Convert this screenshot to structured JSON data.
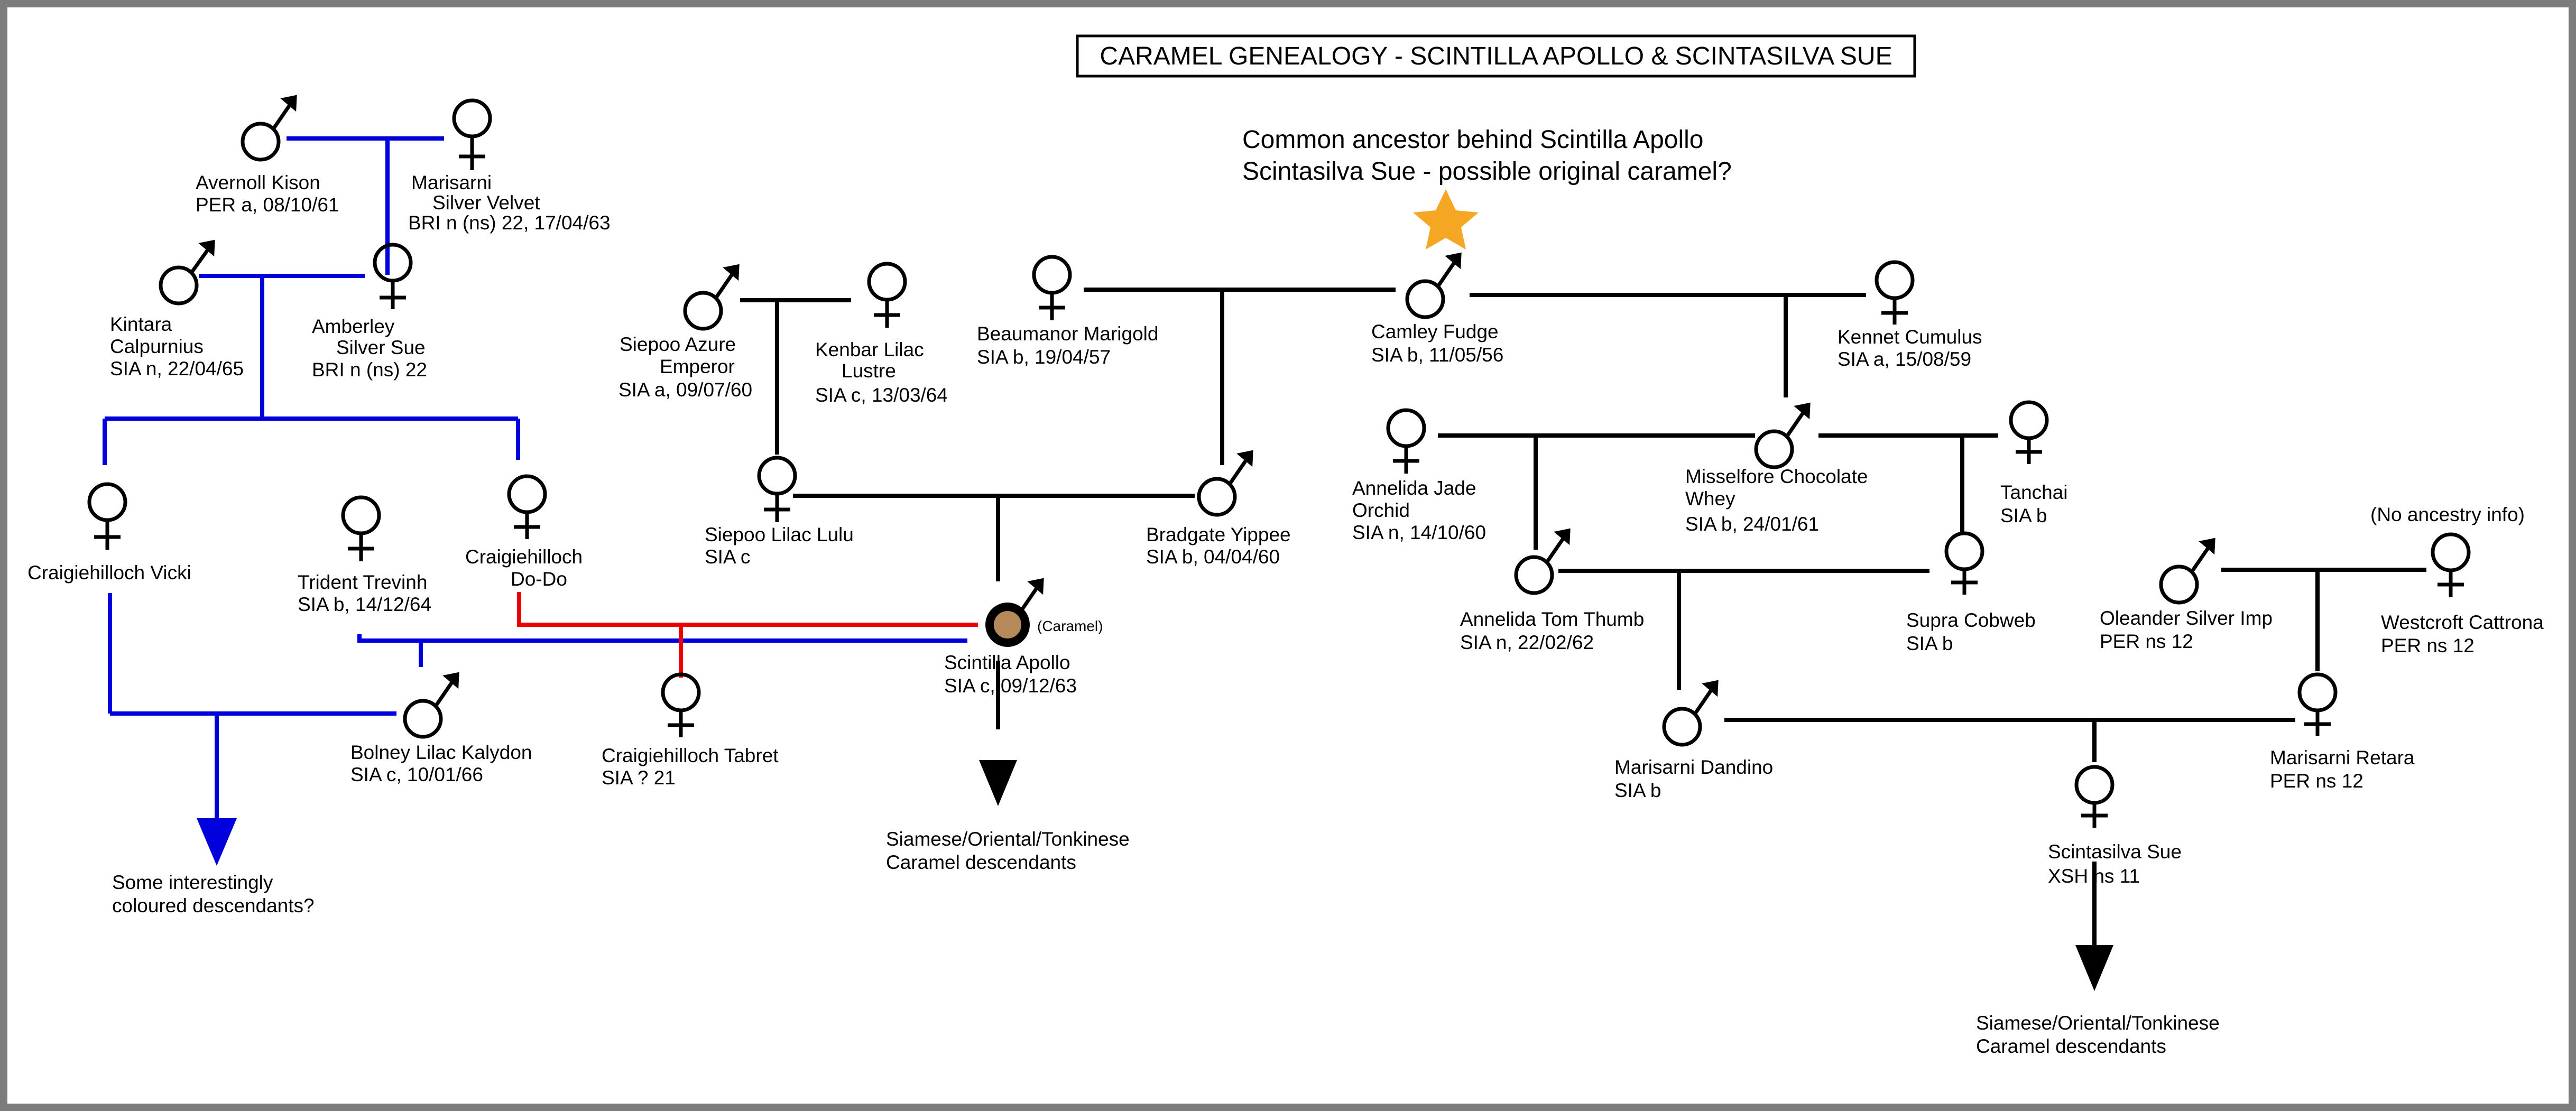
{
  "title": "CARAMEL GENEALOGY - SCINTILLA APOLLO & SCINTASILVA SUE",
  "common_ancestor_note": [
    "Common ancestor behind Scintilla Apollo",
    "Scintasilva Sue - possible original caramel?"
  ],
  "colors": {
    "black_line": "#000000",
    "blue_line": "#0000dd",
    "red_line": "#ee0000",
    "star": "#f5a623",
    "caramel_dot": "#b5895a",
    "frame": "#7c7c7c"
  },
  "cats": {
    "avernoll": {
      "sex": "male",
      "lines": [
        "Avernoll Kison",
        "PER a, 08/10/61"
      ]
    },
    "marisarni_velvet": {
      "sex": "female",
      "lines": [
        "Marisarni",
        "Silver Velvet",
        "BRI n (ns) 22, 17/04/63"
      ]
    },
    "kintara": {
      "sex": "male",
      "lines": [
        "Kintara",
        "Calpurnius",
        "SIA n, 22/04/65"
      ]
    },
    "amberley": {
      "sex": "female",
      "lines": [
        "Amberley",
        "Silver Sue",
        "BRI n (ns) 22"
      ]
    },
    "vicki": {
      "sex": "female",
      "lines": [
        "Craigiehilloch Vicki"
      ]
    },
    "dodo": {
      "sex": "female",
      "lines": [
        "Craigiehilloch",
        "Do-Do"
      ]
    },
    "trident": {
      "sex": "female",
      "lines": [
        "Trident Trevinh",
        "SIA b, 14/12/64"
      ]
    },
    "bolney": {
      "sex": "male",
      "lines": [
        "Bolney Lilac Kalydon",
        "SIA c, 10/01/66"
      ]
    },
    "tabret": {
      "sex": "female",
      "lines": [
        "Craigiehilloch Tabret",
        "SIA ? 21"
      ]
    },
    "siepoo_azure": {
      "sex": "male",
      "lines": [
        "Siepoo Azure",
        "Emperor",
        "SIA a, 09/07/60"
      ]
    },
    "kenbar": {
      "sex": "female",
      "lines": [
        "Kenbar Lilac",
        "Lustre",
        "SIA c, 13/03/64"
      ]
    },
    "siepoo_lulu": {
      "sex": "female",
      "lines": [
        "Siepoo Lilac Lulu",
        "SIA c"
      ]
    },
    "beaumanor": {
      "sex": "female",
      "lines": [
        "Beaumanor Marigold",
        "SIA b, 19/04/57"
      ]
    },
    "bradgate": {
      "sex": "male",
      "lines": [
        "Bradgate Yippee",
        "SIA b, 04/04/60"
      ]
    },
    "apollo": {
      "sex": "male",
      "lines": [
        "Scintilla Apollo",
        "SIA c, 09/12/63"
      ],
      "tag": "(Caramel)"
    },
    "camley": {
      "sex": "male",
      "lines": [
        "Camley Fudge",
        "SIA b, 11/05/56"
      ]
    },
    "kennet": {
      "sex": "female",
      "lines": [
        "Kennet Cumulus",
        "SIA a, 15/08/59"
      ]
    },
    "annelida_jade": {
      "sex": "female",
      "lines": [
        "Annelida Jade",
        "Orchid",
        "SIA n, 14/10/60"
      ]
    },
    "misselfore": {
      "sex": "male",
      "lines": [
        "Misselfore Chocolate",
        "Whey",
        "SIA b, 24/01/61"
      ]
    },
    "tanchai": {
      "sex": "female",
      "lines": [
        "Tanchai",
        "SIA b"
      ]
    },
    "tomthumb": {
      "sex": "male",
      "lines": [
        "Annelida Tom Thumb",
        "SIA n, 22/02/62"
      ]
    },
    "supra": {
      "sex": "female",
      "lines": [
        "Supra Cobweb",
        "SIA b"
      ]
    },
    "dandino": {
      "sex": "male",
      "lines": [
        "Marisarni Dandino",
        "SIA b"
      ]
    },
    "oleander": {
      "sex": "male",
      "lines": [
        "Oleander Silver Imp",
        "PER ns 12"
      ]
    },
    "westcroft": {
      "sex": "female",
      "lines": [
        "Westcroft Cattrona",
        "PER ns 12"
      ],
      "note": "(No ancestry info)"
    },
    "retara": {
      "sex": "female",
      "lines": [
        "Marisarni Retara",
        "PER ns 12"
      ]
    },
    "scintasilva": {
      "sex": "female",
      "lines": [
        "Scintasilva Sue",
        "XSH ns 11"
      ]
    }
  },
  "descendants": {
    "blue": [
      "Some interestingly",
      "coloured descendants?"
    ],
    "apollo": [
      "Siamese/Oriental/Tonkinese",
      "Caramel descendants"
    ],
    "sue": [
      "Siamese/Oriental/Tonkinese",
      "Caramel descendants"
    ]
  }
}
